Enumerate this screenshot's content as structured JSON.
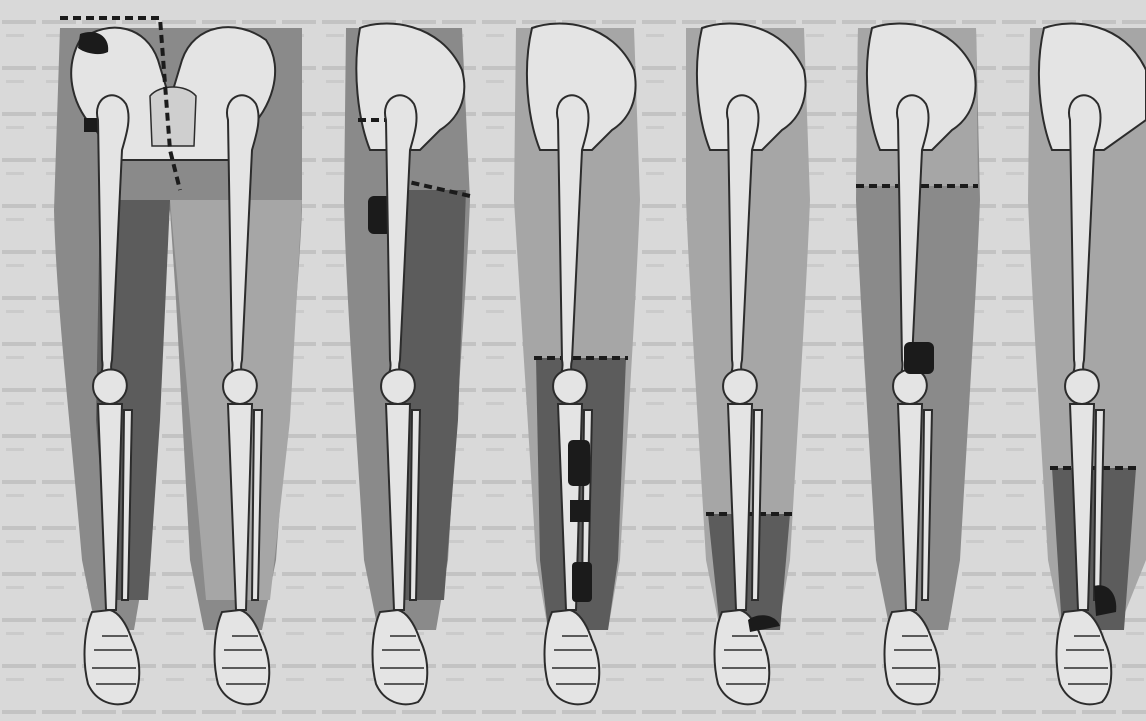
{
  "figure": {
    "panel_count": 6,
    "colors": {
      "paper": "#d9d9d9",
      "text_noise": "#9b9b9b",
      "bone": "#e4e4e4",
      "bone_outline": "#2c2c2c",
      "tissue_light": "#a6a6a6",
      "tissue_medium": "#8a8a8a",
      "tissue_dark": "#5c5c5c",
      "lesion": "#1b1b1b"
    },
    "legend": "none",
    "text": "none"
  }
}
